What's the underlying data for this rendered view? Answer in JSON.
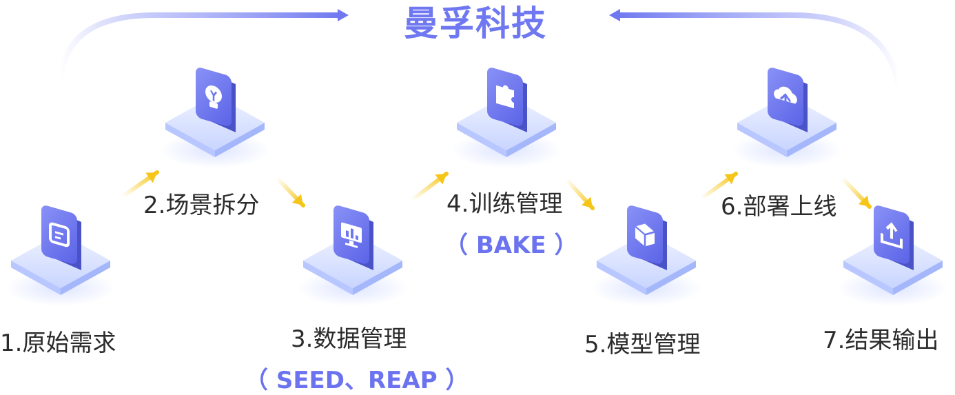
{
  "title": "曼孚科技",
  "steps": [
    {
      "label": "1.原始需求",
      "icon": "document-icon"
    },
    {
      "label": "2.场景拆分",
      "icon": "lightbulb-icon"
    },
    {
      "label": "3.数据管理",
      "sub": "（ SEED、REAP ）",
      "icon": "chart-monitor-icon"
    },
    {
      "label": "4.训练管理",
      "sub": "（ BAKE ）",
      "icon": "puzzle-icon"
    },
    {
      "label": "5.模型管理",
      "icon": "cube-icon"
    },
    {
      "label": "6.部署上线",
      "icon": "cloud-upload-icon"
    },
    {
      "label": "7.结果输出",
      "icon": "export-icon"
    }
  ],
  "colors": {
    "accent": "#6f78f0",
    "arrow": "#f5c518",
    "platform": "#dde6ff"
  }
}
